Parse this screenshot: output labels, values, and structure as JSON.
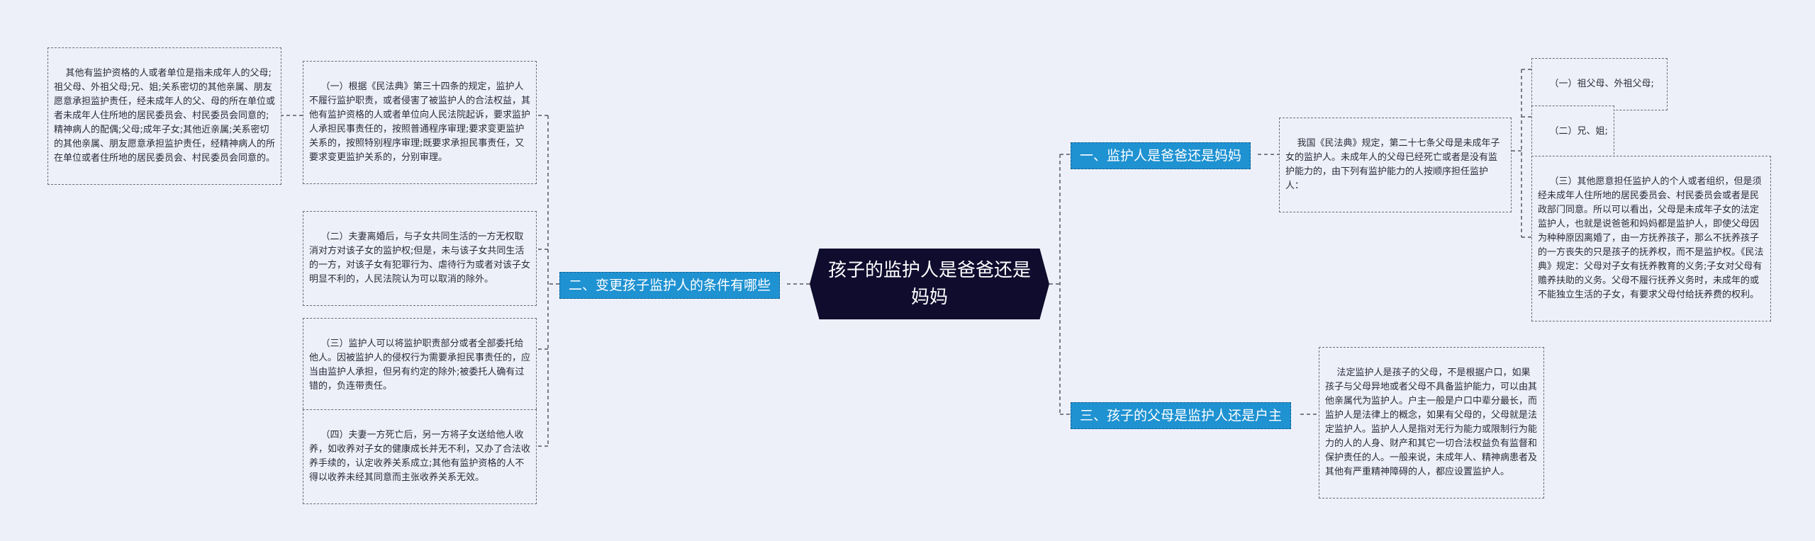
{
  "root": {
    "title": "孩子的监护人是爸爸还是妈妈"
  },
  "branches": {
    "b1": {
      "label": "一、监护人是爸爸还是妈妈"
    },
    "b2": {
      "label": "二、变更孩子监护人的条件有哪些"
    },
    "b3": {
      "label": "三、孩子的父母是监护人还是户主"
    }
  },
  "b1_detail": "我国《民法典》规定，第二十七条父母是未成年子女的监护人。未成年人的父母已经死亡或者是没有监护能力的，由下列有监护能力的人按顺序担任监护人：",
  "b1_items": {
    "i1": "（一）祖父母、外祖父母;",
    "i2": "（二）兄、姐;",
    "i3": "（三）其他愿意担任监护人的个人或者组织，但是须经未成年人住所地的居民委员会、村民委员会或者是民政部门同意。所以可以看出，父母是未成年子女的法定监护人，也就是说爸爸和妈妈都是监护人，即使父母因为种种原因离婚了，由一方抚养孩子，那么不抚养孩子的一方丧失的只是孩子的抚养权，而不是监护权。《民法典》规定：父母对子女有抚养教育的义务;子女对父母有赡养扶助的义务。父母不履行抚养义务时，未成年的或不能独立生活的子女，有要求父母付给抚养费的权利。"
  },
  "b2_items": {
    "i1": "（一）根据《民法典》第三十四条的规定，监护人不履行监护职责，或者侵害了被监护人的合法权益，其他有监护资格的人或者单位向人民法院起诉，要求监护人承担民事责任的，按照普通程序审理;要求变更监护关系的，按照特别程序审理;既要求承担民事责任，又要求变更监护关系的，分别审理。",
    "i1_note": "其他有监护资格的人或者单位是指未成年人的父母;祖父母、外祖父母;兄、姐;关系密切的其他亲属、朋友愿意承担监护责任，经未成年人的父、母的所在单位或者未成年人住所地的居民委员会、村民委员会同意的;精神病人的配偶;父母;成年子女;其他近亲属;关系密切的其他亲属、朋友愿意承担监护责任，经精神病人的所在单位或者住所地的居民委员会、村民委员会同意的。",
    "i2": "（二）夫妻离婚后，与子女共同生活的一方无权取消对方对该子女的监护权;但是，未与该子女共同生活的一方，对该子女有犯罪行为、虐待行为或者对该子女明显不利的，人民法院认为可以取消的除外。",
    "i3": "（三）监护人可以将监护职责部分或者全部委托给他人。因被监护人的侵权行为需要承担民事责任的，应当由监护人承担，但另有约定的除外;被委托人确有过错的，负连带责任。",
    "i4": "（四）夫妻一方死亡后，另一方将子女送给他人收养，如收养对子女的健康成长并无不利，又办了合法收养手续的，认定收养关系成立;其他有监护资格的人不得以收养未经其同意而主张收养关系无效。"
  },
  "b3_detail": "法定监护人是孩子的父母，不是根据户口，如果孩子与父母异地或者父母不具备监护能力，可以由其他亲属代为监护人。户主一般是户口中辈分最长，而监护人是法律上的概念，如果有父母的，父母就是法定监护人。监护人人是指对无行为能力或限制行为能力的人的人身、财产和其它一切合法权益负有监督和保护责任的人。一般来说，未成年人、精神病患者及其他有严重精神障碍的人，都应设置监护人。",
  "colors": {
    "background": "#eef0f9",
    "root": "#0f0c2e",
    "topic": "#1f92d2",
    "line": "#555566"
  }
}
